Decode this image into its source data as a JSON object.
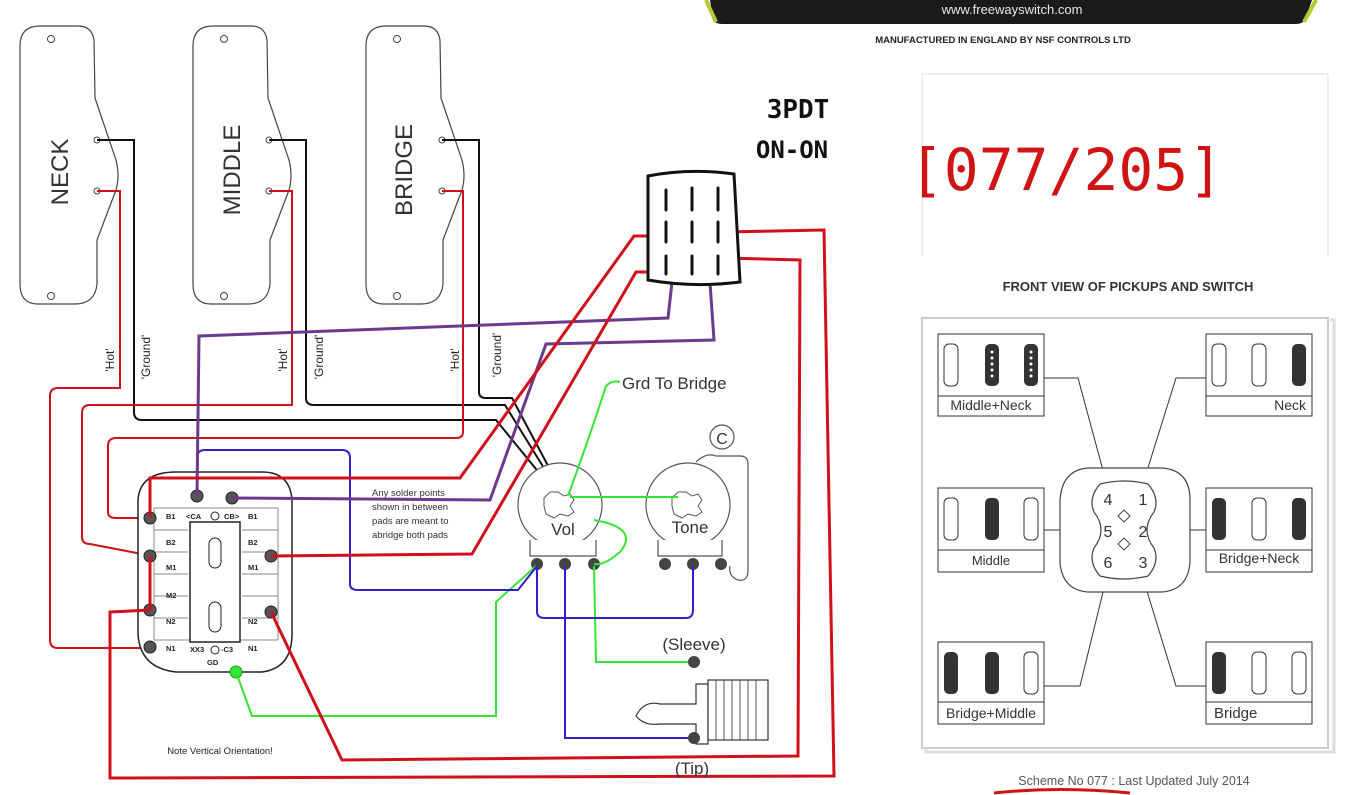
{
  "header": {
    "url": "www.freewayswitch.com",
    "manufacturer": "MANUFACTURED IN ENGLAND BY NSF CONTROLS LTD"
  },
  "pickups": {
    "neck": "NECK",
    "middle": "MIDDLE",
    "bridge": "BRIDGE"
  },
  "wire_labels": {
    "hot": "'Hot'",
    "ground": "'Ground'"
  },
  "switch_3pdt": {
    "line1": "3PDT",
    "line2": "ON-ON"
  },
  "handwritten_code": "[077/205]",
  "front_view": {
    "title": "FRONT VIEW OF PICKUPS AND SWITCH",
    "positions": [
      "Middle+Neck",
      "Neck",
      "Middle",
      "Bridge+Neck",
      "Bridge+Middle",
      "Bridge"
    ],
    "selector_numbers": [
      "4",
      "1",
      "5",
      "2",
      "6",
      "3"
    ]
  },
  "freeway_switch": {
    "pads_top": [
      "B1",
      "<CA",
      "CB>",
      "B1"
    ],
    "pads_left": [
      "B2",
      "M1",
      "M2",
      "N2",
      "N1"
    ],
    "pads_right": [
      "B2",
      "M1",
      "N2",
      "N1"
    ],
    "pads_bottom": [
      "XX3",
      "-C3"
    ],
    "ground_pad": "GD",
    "note": "Note Vertical Orientation!"
  },
  "solder_note": [
    "Any solder points",
    "shown in between",
    "pads are meant to",
    "abridge both pads"
  ],
  "controls": {
    "volume": "Vol",
    "tone": "Tone",
    "cap": "C",
    "ground_to_bridge": "Grd To Bridge",
    "sleeve": "(Sleeve)",
    "tip": "(Tip)"
  },
  "footer": {
    "scheme": "Scheme No 077 : Last Updated July 2014"
  },
  "colors": {
    "hot": "#d0101a",
    "ground": "#111111",
    "purple": "#6b3a8c",
    "blue": "#3a1ccf",
    "green": "#33e633",
    "handwriting_red": "#d01414"
  }
}
